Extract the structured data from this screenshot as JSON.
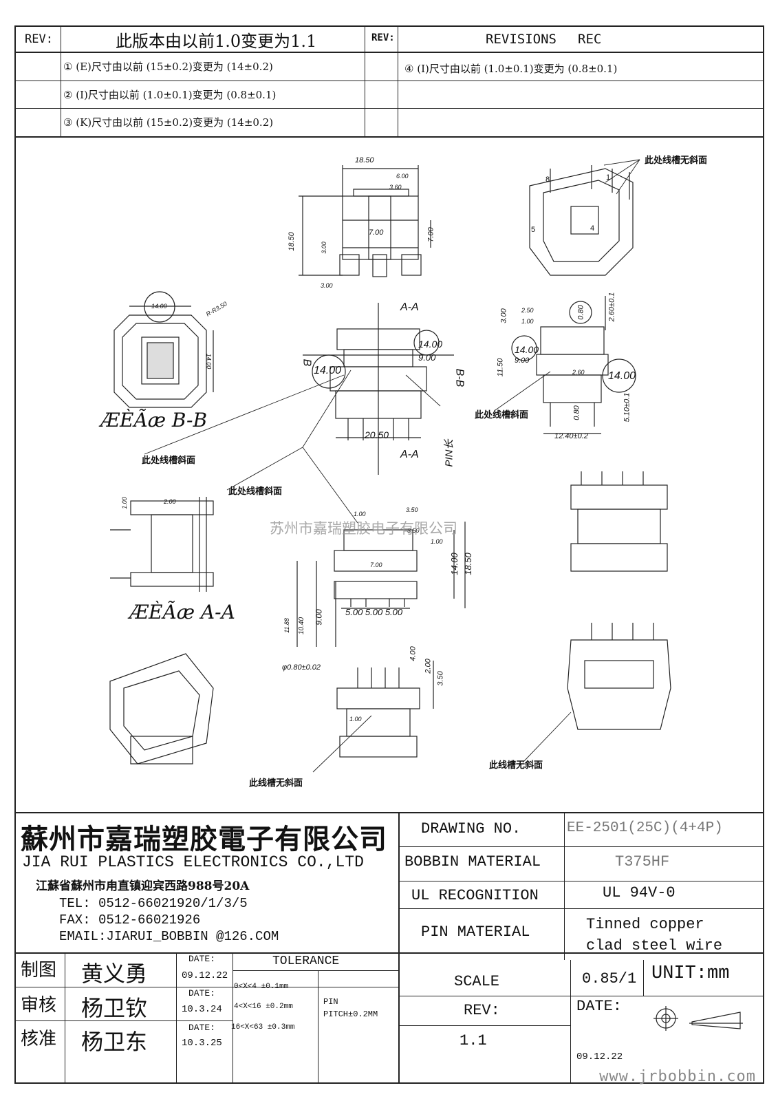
{
  "revision_table": {
    "rev_label_left": "REV:",
    "title": "此版本由以前1.0变更为1.1",
    "rev_label_right": "REV:",
    "revisions_header": "REVISIONS",
    "rec_header": "REC",
    "changes_left": [
      "① (E)尺寸由以前 (15±0.2)变更为 (14±0.2)",
      "② (I)尺寸由以前 (1.0±0.1)变更为 (0.8±0.1)",
      "③ (K)尺寸由以前 (15±0.2)变更为 (14±0.2)"
    ],
    "changes_right": [
      "④ (I)尺寸由以前 (1.0±0.1)变更为 (0.8±0.1)"
    ]
  },
  "drawing": {
    "notes": {
      "no_slope_top": "此处线槽无斜面",
      "slope_mid": "此处线槽斜面",
      "slope_left1": "此处线槽斜面",
      "slope_left2": "此处线槽斜面",
      "no_slope_bottom": "此线槽无斜面",
      "no_slope_right": "此线槽无斜面"
    },
    "section_bb": "ÆÈÃæ B-B",
    "section_aa": "ÆÈÃæ A-A",
    "aa_top": "A-A",
    "aa_bottom": "A-A",
    "bb_label": "B-B",
    "b_label": "B",
    "pin_len": "PIN长",
    "dims": {
      "A": "18.50",
      "B": "18.50",
      "C": "7.00",
      "D": "7.00",
      "top_6": "6.00",
      "top_3_60": "3.60",
      "top_3a": "3.00",
      "top_3b": "3.00",
      "bb_14_top": "14.00",
      "bb_14_side": "14.00",
      "bb_r": "R-R3.50",
      "E": "14.00",
      "F": "9.00",
      "K": "14.00",
      "G": "20.50",
      "H": "3.00",
      "h_2_50": "2.50",
      "h_1_00": "1.00",
      "I": "0.80",
      "J": "2.60±0.1",
      "side_14a": "14.00",
      "L": "9.00",
      "M": "11.50",
      "side_2_60": "2.60",
      "side_14b": "14.00",
      "N": "12.40±0.2",
      "O": "0.80",
      "P": "5.10±0.1",
      "aa_1_00": "1.00",
      "aa_2_00": "2.00",
      "mid_1_00": "1.00",
      "mid_3_50a": "3.50",
      "mid_3_50b": "3.50",
      "mid_1_00b": "1.00",
      "mid_7_00": "7.00",
      "Q": "14.00",
      "R": "18.50",
      "T": "5.00 5.00 5.00",
      "S": "9.00",
      "h_10_40": "10.40",
      "h_11_88": "11.88",
      "U": "φ0.80±0.02",
      "V": "4.00",
      "W": "2.00",
      "h_3_50": "3.50",
      "bot_1_00": "1.00"
    },
    "pin_numbers": [
      "1",
      "4",
      "5",
      "8"
    ]
  },
  "watermark": "苏州市嘉瑞塑胶电子有限公司",
  "company": {
    "name_cn": "蘇州市嘉瑞塑胶電子有限公司",
    "name_en": "JIA RUI PLASTICS ELECTRONICS CO.,LTD",
    "address": "江蘇省蘇州市甪直镇迎宾西路988号20A",
    "tel": "TEL: 0512-66021920/1/3/5",
    "fax": "FAX: 0512-66021926",
    "email": "EMAIL:JIARUI_BOBBIN @126.COM"
  },
  "title_block": {
    "drawing_no_label": "DRAWING  NO.",
    "drawing_no": "EE-2501(25C)(4+4P)",
    "bobbin_material_label": "BOBBIN  MATERIAL",
    "bobbin_material": "T375HF",
    "ul_label": "UL RECOGNITION",
    "ul_value": "UL 94V-0",
    "pin_material_label": "PIN MATERIAL",
    "pin_material_1": "Tinned copper",
    "pin_material_2": "clad steel wire",
    "scale_label": "SCALE",
    "scale_value": "0.85/1",
    "unit": "UNIT:mm",
    "rev_label": "REV:",
    "rev_value": "1.1",
    "date_label": "DATE:",
    "date_value": "09.12.22"
  },
  "signoff": [
    {
      "role": "制图",
      "name": "黄义勇",
      "date_label": "DATE:",
      "date": "09.12.22"
    },
    {
      "role": "审核",
      "name": "杨卫钦",
      "date_label": "DATE:",
      "date": "10.3.24"
    },
    {
      "role": "核准",
      "name": "杨卫东",
      "date_label": "DATE:",
      "date": "10.3.25"
    }
  ],
  "tolerance": {
    "title": "TOLERANCE",
    "rows": [
      "0<X<4  ±0.1mm",
      "4<X<16 ±0.2mm",
      "16<X<63 ±0.3mm"
    ],
    "pin_label": "PIN",
    "pin_pitch": "PITCH±0.2MM"
  },
  "footer_url": "www.jrbobbin.com"
}
